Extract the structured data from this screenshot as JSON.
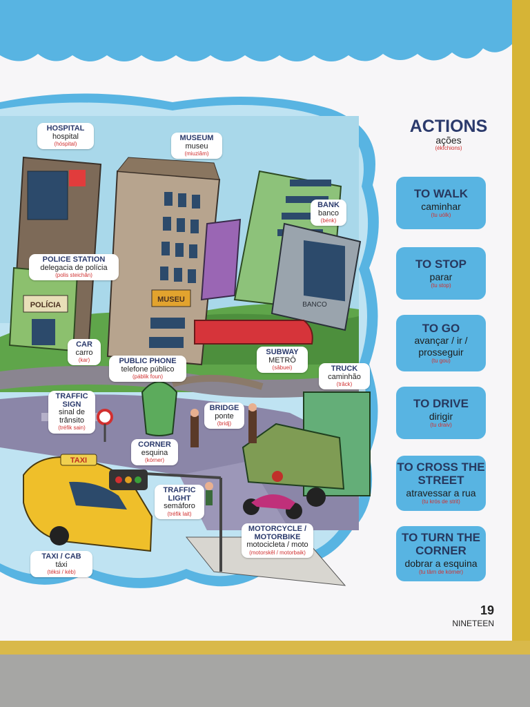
{
  "actions_header": {
    "en": "ACTIONS",
    "pt": "ações",
    "pron": "(ékfchions)"
  },
  "labels": [
    {
      "id": "hospital",
      "en": "HOSPITAL",
      "pt": "hospital",
      "pron": "(hóspital)"
    },
    {
      "id": "museum",
      "en": "MUSEUM",
      "pt": "museu",
      "pron": "(miuziâm)"
    },
    {
      "id": "bank",
      "en": "BANK",
      "pt": "banco",
      "pron": "(bénk)"
    },
    {
      "id": "police-station",
      "en": "POLICE STATION",
      "pt": "delegacia de polícia",
      "pron": "(polis steichân)"
    },
    {
      "id": "car",
      "en": "CAR",
      "pt": "carro",
      "pron": "(kar)"
    },
    {
      "id": "public-phone",
      "en": "PUBLIC PHONE",
      "pt": "telefone público",
      "pron": "(páblik foun)"
    },
    {
      "id": "subway",
      "en": "SUBWAY",
      "pt": "METRÔ",
      "pron": "(sâbuei)"
    },
    {
      "id": "truck",
      "en": "TRUCK",
      "pt": "caminhão",
      "pron": "(trâck)"
    },
    {
      "id": "traffic-sign",
      "en": "TRAFFIC SIGN",
      "pt": "sinal de trânsito",
      "pron": "(tréfik sain)"
    },
    {
      "id": "bridge",
      "en": "BRIDGE",
      "pt": "ponte",
      "pron": "(bridj)"
    },
    {
      "id": "corner",
      "en": "CORNER",
      "pt": "esquina",
      "pron": "(kórner)"
    },
    {
      "id": "traffic-light",
      "en": "TRAFFIC LIGHT",
      "pt": "semáforo",
      "pron": "(tréfik lait)"
    },
    {
      "id": "motorcycle",
      "en": "MOTORCYCLE / MOTORBIKE",
      "pt": "motocicleta / moto",
      "pron": "(motorskêl / motorbaik)"
    },
    {
      "id": "taxi",
      "en": "TAXI / CAB",
      "pt": "táxi",
      "pron": "(téksi / kéb)"
    }
  ],
  "actions": [
    {
      "en": "TO WALK",
      "pt": "caminhar",
      "pron": "(tu uólk)"
    },
    {
      "en": "TO STOP",
      "pt": "parar",
      "pron": "(tu stop)"
    },
    {
      "en": "TO GO",
      "pt": "avançar / ir / prosseguir",
      "pron": "(tu gou)"
    },
    {
      "en": "TO DRIVE",
      "pt": "dirigir",
      "pron": "(tu draiv)"
    },
    {
      "en": "TO CROSS THE STREET",
      "pt": "atravessar a rua",
      "pron": "(tu krós de strit)"
    },
    {
      "en": "TO TURN THE CORNER",
      "pt": "dobrar a esquina",
      "pron": "(tu târn de kórner)"
    }
  ],
  "signs": {
    "policia": "POLÍCIA",
    "museu": "MUSEU",
    "banco": "BANCO",
    "taxi": "TAXI"
  },
  "page": {
    "number": "19",
    "word": "NINETEEN"
  },
  "colors": {
    "accent_blue": "#58b4e2",
    "title_navy": "#2b3a6c",
    "pronunciation_red": "#d03030"
  }
}
